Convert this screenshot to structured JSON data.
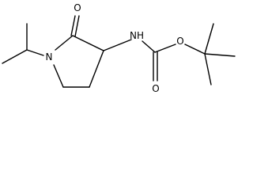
{
  "molecule": {
    "atoms": {
      "ring_nitrogen": "N",
      "carbonyl_oxygen": "O",
      "nh": "NH",
      "ester_oxygen": "O",
      "carbamate_carbonyl_oxygen": "O"
    },
    "colors": {
      "bond": "#000000",
      "label": "#000000",
      "background": "#ffffff"
    }
  }
}
